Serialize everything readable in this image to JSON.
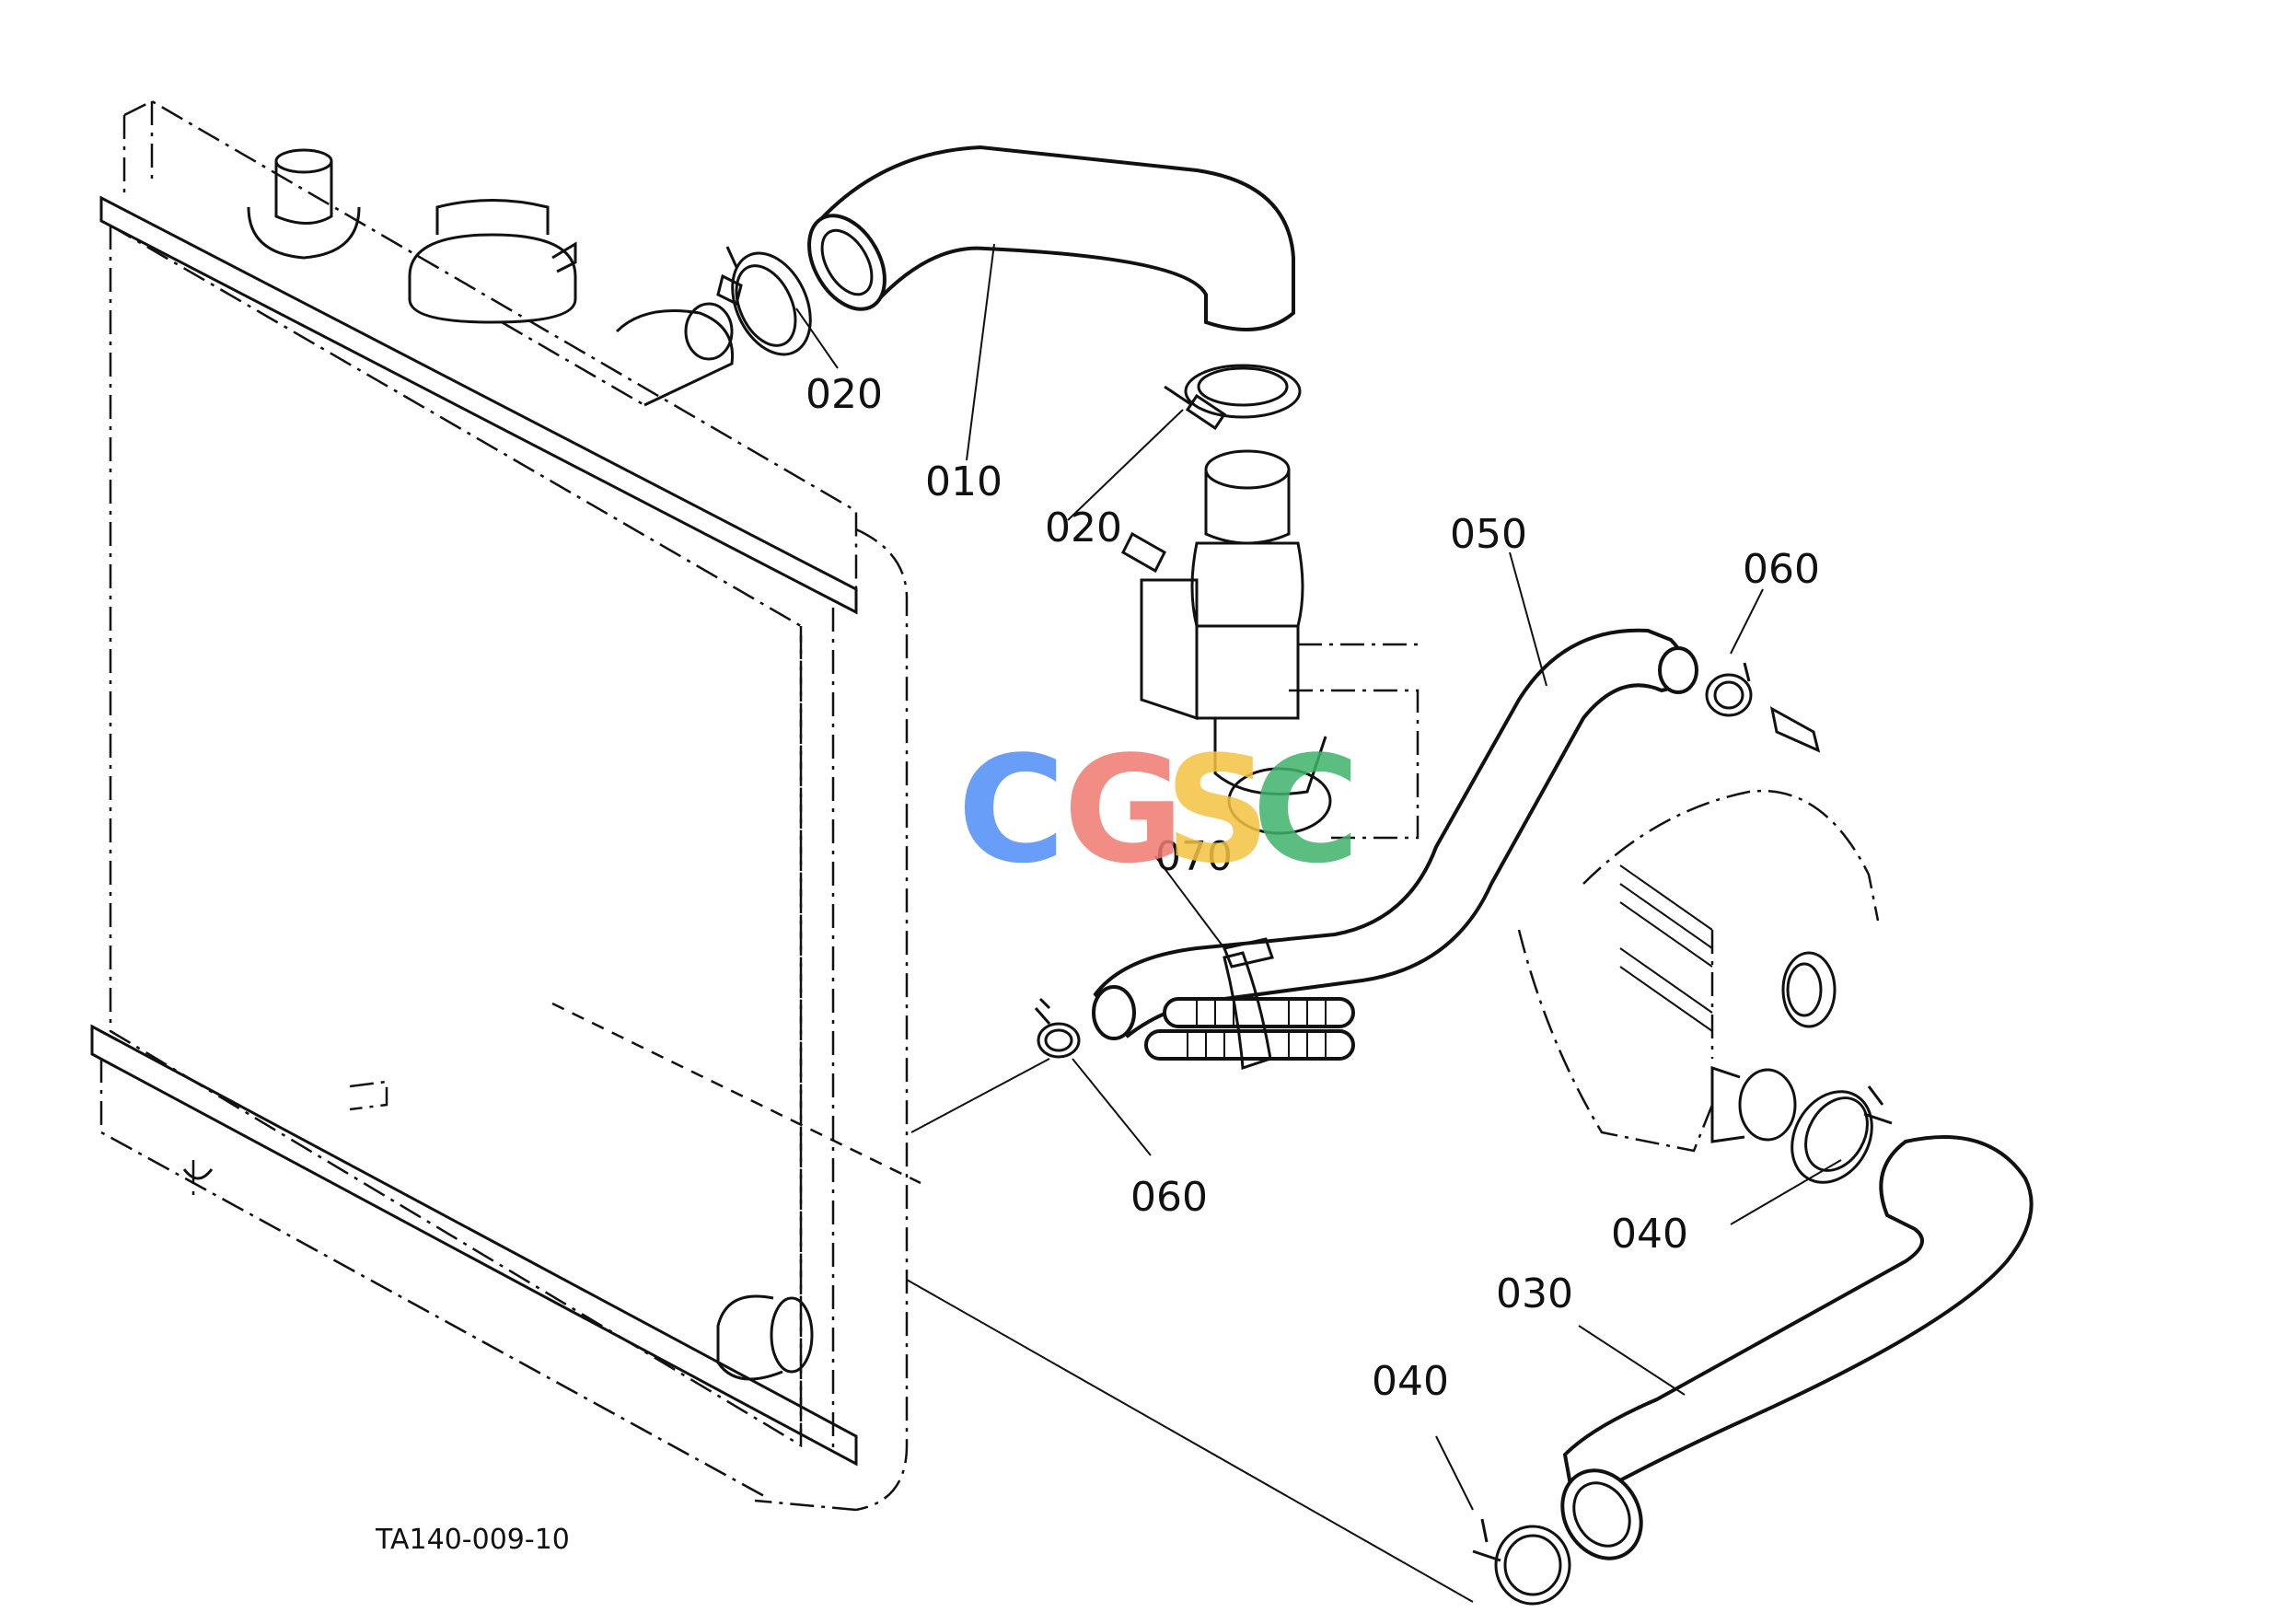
{
  "drawing_code": "TA140-009-10",
  "part_labels": [
    "010",
    "020",
    "020",
    "030",
    "040",
    "040",
    "050",
    "060",
    "060",
    "070"
  ],
  "watermark": {
    "letters": [
      "C",
      "G",
      "S",
      "C"
    ],
    "colors": [
      "#4f8ef7",
      "#f07a72",
      "#f5c342",
      "#3fb36b"
    ]
  }
}
